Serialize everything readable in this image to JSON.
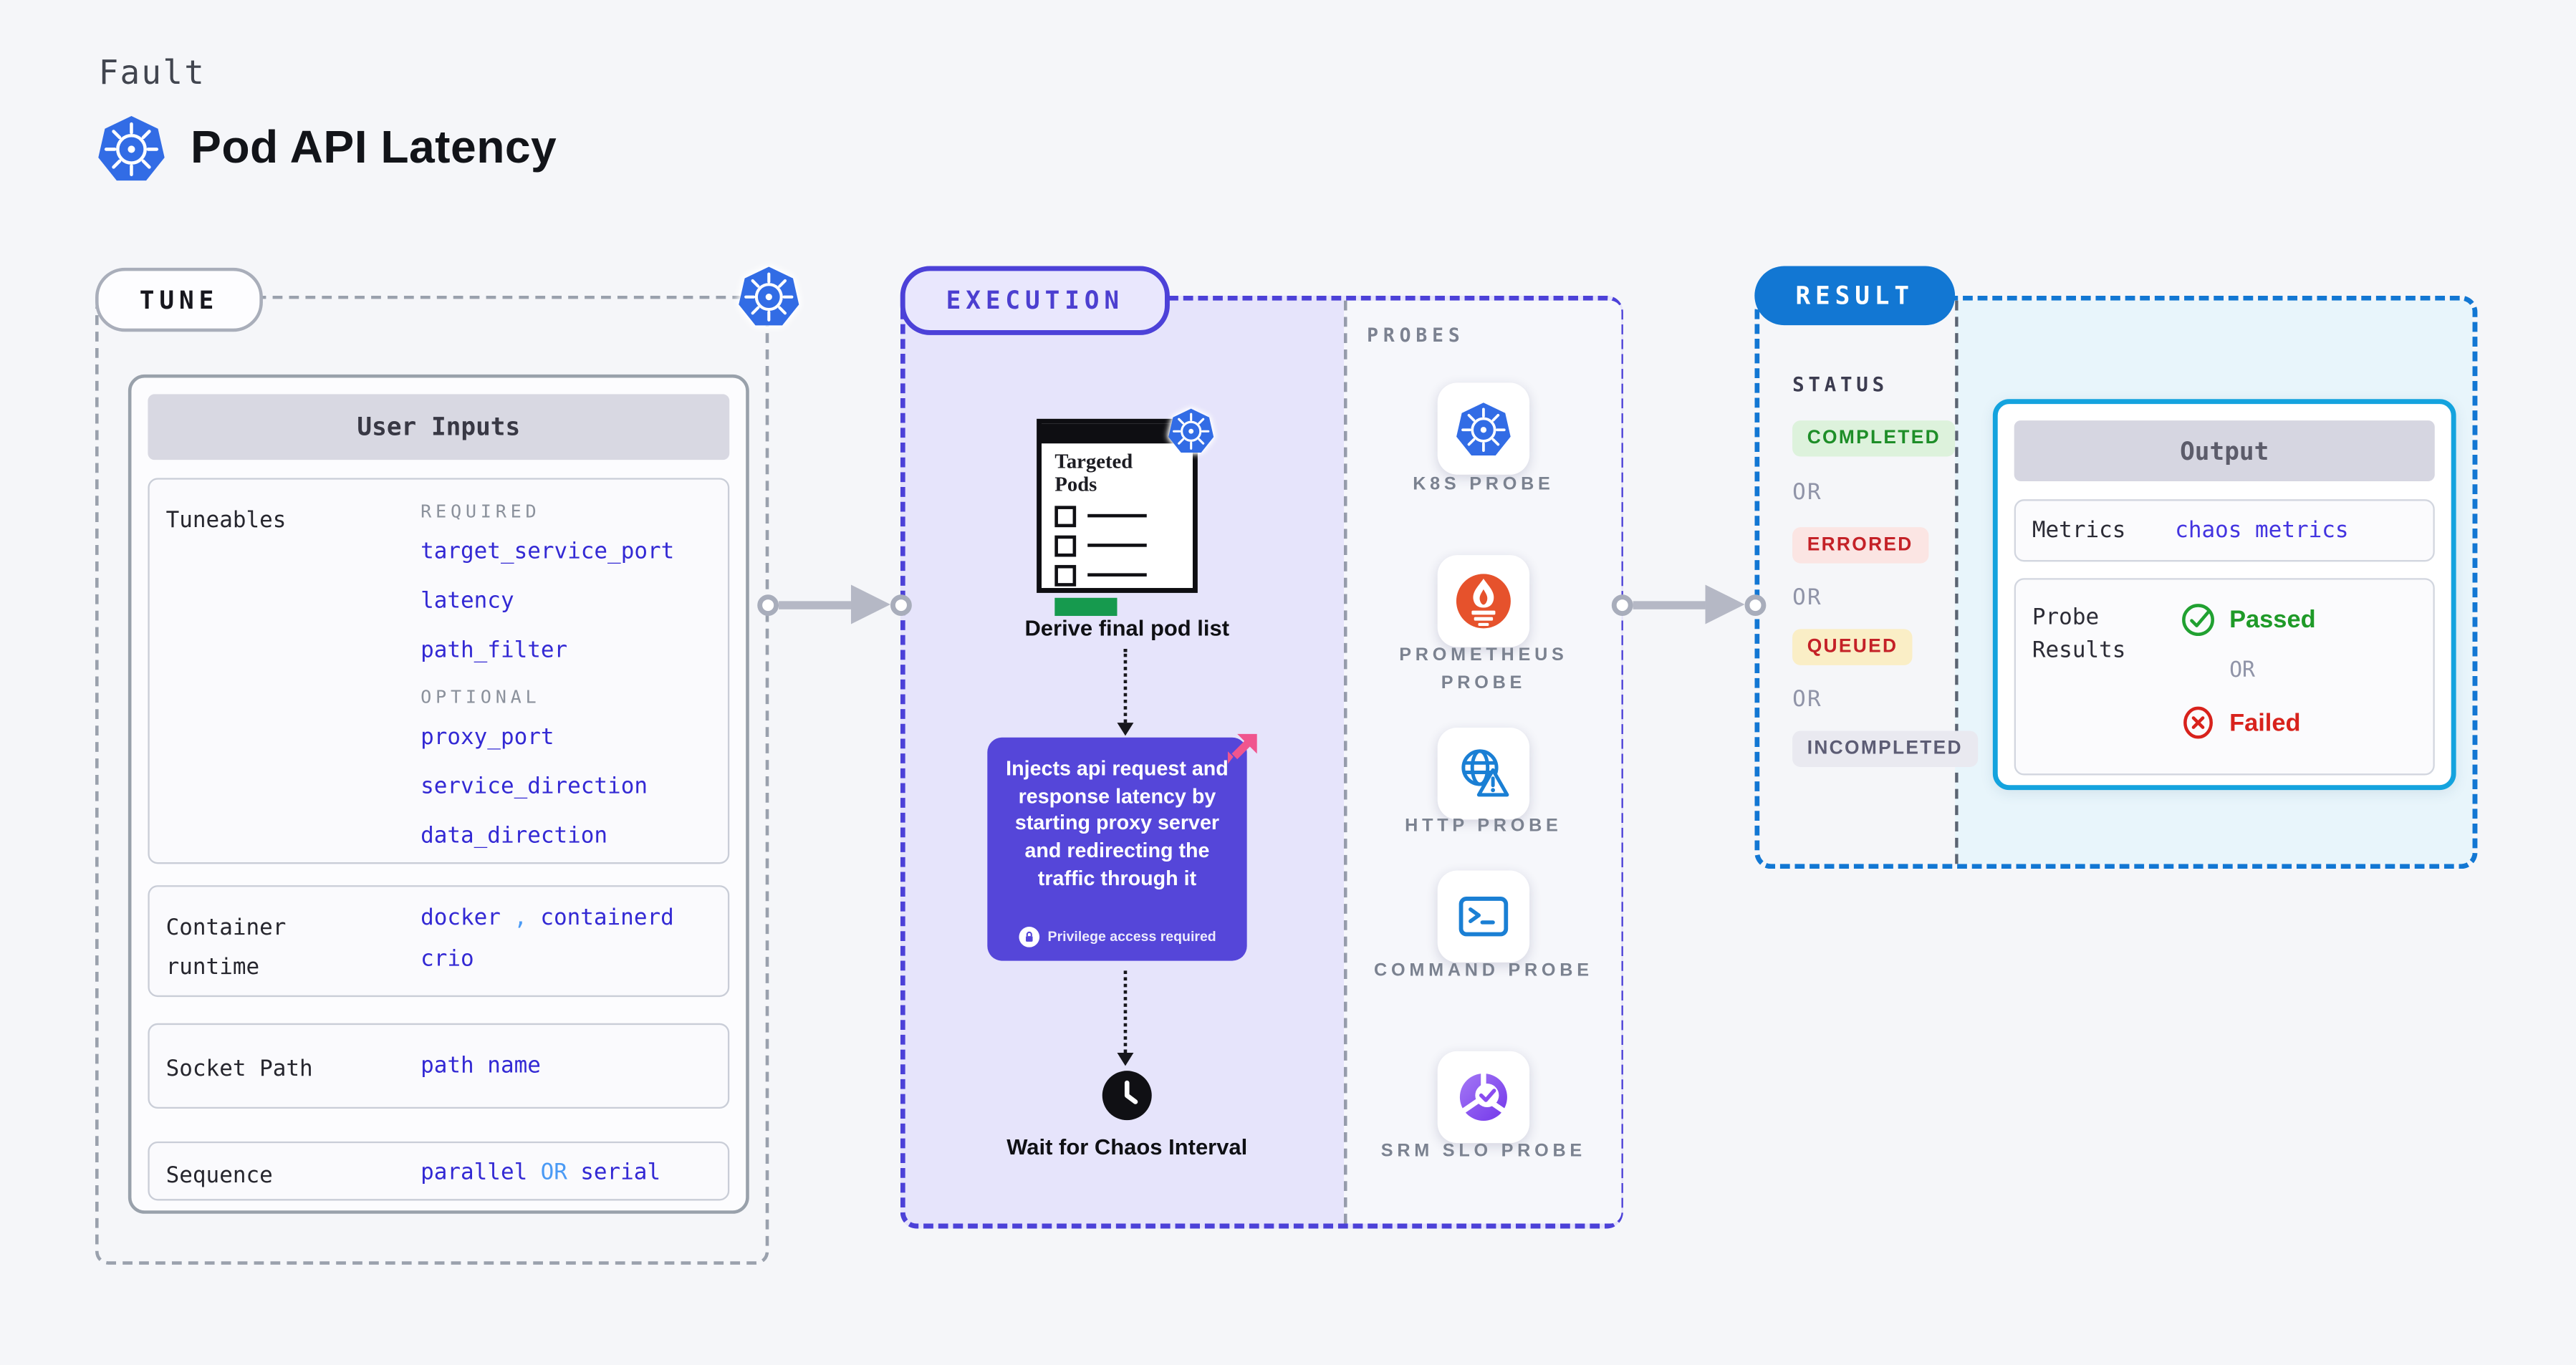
{
  "header": {
    "eyebrow": "Fault",
    "title": "Pod API Latency",
    "icon": "kubernetes-icon"
  },
  "tune": {
    "label": "TUNE",
    "panel_title": "User Inputs",
    "tuneables": {
      "label": "Tuneables",
      "required_heading": "REQUIRED",
      "required": [
        "target_service_port",
        "latency",
        "path_filter"
      ],
      "optional_heading": "OPTIONAL",
      "optional": [
        "proxy_port",
        "service_direction",
        "data_direction"
      ]
    },
    "container_runtime": {
      "label": "Container runtime",
      "value1": "docker",
      "separator": ",",
      "value2": "containerd",
      "value3": "crio"
    },
    "socket_path": {
      "label": "Socket Path",
      "value": "path name"
    },
    "sequence": {
      "label": "Sequence",
      "value1": "parallel",
      "or": "OR",
      "value2": "serial"
    }
  },
  "execution": {
    "label": "EXECUTION",
    "targeted_pods_title": "Targeted Pods",
    "derive_label": "Derive final pod list",
    "inject_description": "Injects api request and response latency by starting proxy server and redirecting the traffic through it",
    "privilege_note": "Privilege access required",
    "wait_label": "Wait for Chaos Interval"
  },
  "probes": {
    "heading": "PROBES",
    "items": [
      {
        "label": "K8S PROBE",
        "icon": "kubernetes-icon"
      },
      {
        "label": "PROMETHEUS PROBE",
        "icon": "prometheus-icon"
      },
      {
        "label": "HTTP PROBE",
        "icon": "http-globe-warning-icon"
      },
      {
        "label": "COMMAND PROBE",
        "icon": "terminal-icon"
      },
      {
        "label": "SRM SLO PROBE",
        "icon": "slo-donut-check-icon"
      }
    ]
  },
  "result": {
    "label": "RESULT",
    "status_heading": "STATUS",
    "or": "OR",
    "statuses": [
      {
        "label": "COMPLETED",
        "style": "green"
      },
      {
        "label": "ERRORED",
        "style": "red"
      },
      {
        "label": "QUEUED",
        "style": "yellow"
      },
      {
        "label": "INCOMPLETED",
        "style": "gray"
      }
    ],
    "output": {
      "title": "Output",
      "metrics_label": "Metrics",
      "metrics_value": "chaos metrics",
      "probe_results_label": "Probe Results",
      "passed": "Passed",
      "or": "OR",
      "failed": "Failed"
    }
  },
  "colors": {
    "kubernetes_blue": "#326ce5",
    "execution_indigo": "#4c41d8",
    "inject_box_indigo": "#5546d9",
    "result_blue": "#1277d3",
    "output_border_cyan": "#14a3de",
    "tuneable_value_blue": "#3329d4",
    "keyword_light_blue": "#4a9af5",
    "passed_green": "#1f9a28",
    "failed_red": "#d8221c",
    "prometheus_orange": "#e6522c",
    "chaos_pink": "#f0558e",
    "targeted_green_bar": "#169a4e"
  }
}
